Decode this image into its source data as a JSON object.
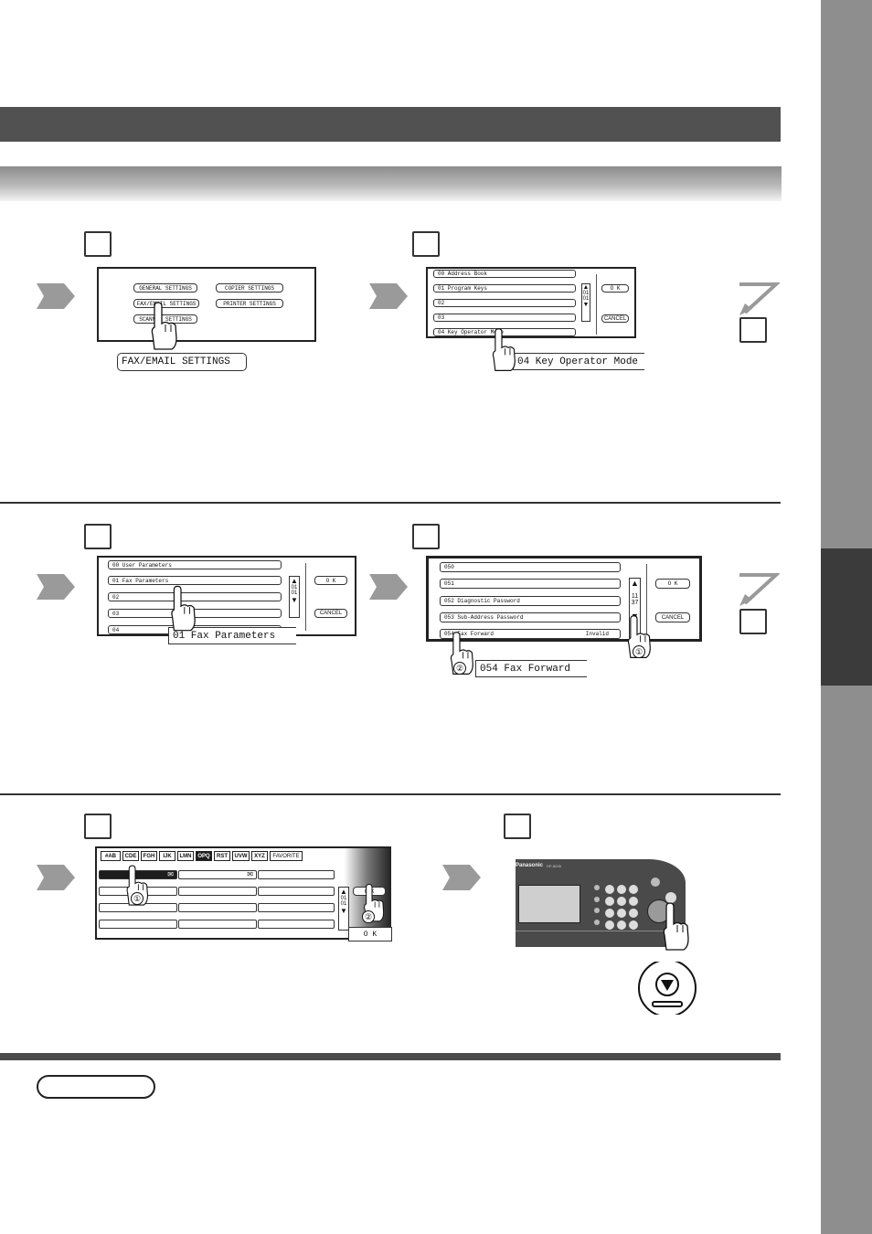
{
  "step1": {
    "buttons": [
      "GENERAL SETTINGS",
      "COPIER SETTINGS",
      "FAX/EMAIL SETTINGS",
      "PRINTER SETTINGS",
      "SCANNER SETTINGS"
    ],
    "callout": "FAX/EMAIL SETTINGS"
  },
  "step2": {
    "rows": [
      "00  Address Book",
      "01  Program Keys",
      "02",
      "03",
      "04  Key Operator Mode"
    ],
    "page_top": "01",
    "page_bottom": "01",
    "ok": "O K",
    "cancel": "CANCEL",
    "callout": "04  Key Operator Mode"
  },
  "step3": {
    "rows": [
      "00  User Parameters",
      "01  Fax Parameters",
      "02",
      "03",
      "04"
    ],
    "page_top": "01",
    "page_bottom": "01",
    "ok": "O K",
    "cancel": "CANCEL",
    "callout": "01  Fax Parameters"
  },
  "step4": {
    "rows": [
      {
        "label": "050",
        "value": ""
      },
      {
        "label": "051",
        "value": ""
      },
      {
        "label": "052  Diagnostic Password",
        "value": ""
      },
      {
        "label": "053  Sub-Address Password",
        "value": ""
      },
      {
        "label": "054  Fax Forward",
        "value": "Invalid"
      }
    ],
    "page_top": "11",
    "page_bottom": "37",
    "ok": "O K",
    "cancel": "CANCEL",
    "callout": "054  Fax Forward",
    "marker_1": "①",
    "marker_2": "②"
  },
  "step5": {
    "tabs": [
      "#AB",
      "CDE",
      "FGH",
      "IJK",
      "LMN",
      "OPQ",
      "RST",
      "UVW",
      "XYZ",
      "FAVORITE"
    ],
    "active_tab": "OPQ",
    "page_top": "01",
    "page_bottom": "01",
    "ok": "O K",
    "ok_callout": "O K",
    "marker_1": "①",
    "marker_2": "②"
  },
  "step6": {
    "brand": "Panasonic",
    "model": "DP-8035"
  },
  "colors": {
    "tab_strip": "#8e8e8e",
    "tab_active": "#3b3b3b",
    "title_bar": "#515151",
    "arrow": "#9a9a9a",
    "panel": "#4a4a4a"
  }
}
